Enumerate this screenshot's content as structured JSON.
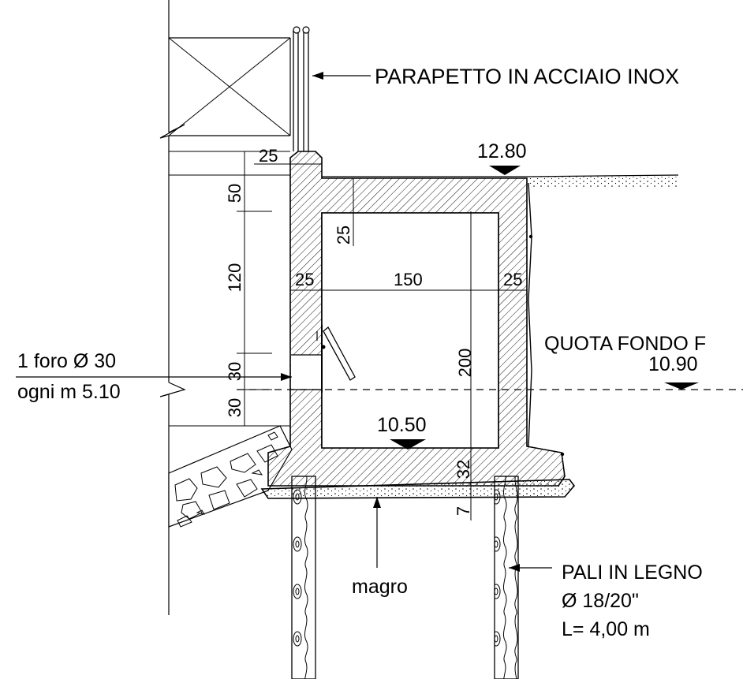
{
  "labels": {
    "parapetto": "PARAPETTO IN ACCIAIO INOX",
    "quota_fondo": "QUOTA FONDO F",
    "foro_line1": "1 foro Ø 30",
    "foro_line2": "ogni m 5.10",
    "magro": "magro",
    "pali_line1": "PALI IN LEGNO",
    "pali_line2": "Ø 18/20\"",
    "pali_line3": "L= 4,00 m"
  },
  "levels": {
    "top": "12.80",
    "fondo": "10.90",
    "bottom": "10.50"
  },
  "dimensions": {
    "top_wall_width": "25",
    "top_offset": "50",
    "slab_thickness": "25",
    "opening_height": "120",
    "left_wall": "25",
    "inner_width": "150",
    "right_wall": "25",
    "inner_height": "200",
    "foro_upper": "30",
    "foro_lower": "30",
    "base_thickness": "32",
    "magro_thickness": "7"
  }
}
